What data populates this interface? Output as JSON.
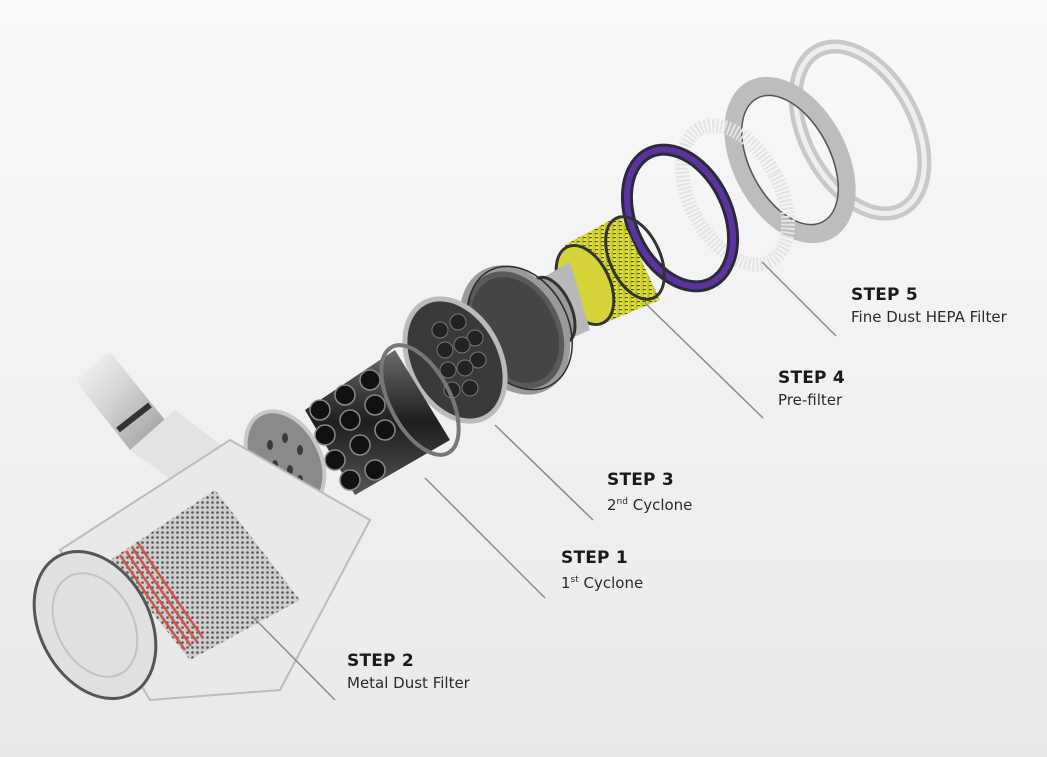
{
  "diagram": {
    "subject": "Vacuum cleaner multi-step filtration system (exploded view)",
    "colors": {
      "background_top": "#f9f9f9",
      "background_bottom": "#e9e9e9",
      "leader_line": "#8a8a8a",
      "text": "#1a1a1a",
      "hepa_filter_yellow": "#d8d82a",
      "pre_filter_ring_purple": "#4b2a7a",
      "cyclone_dark": "#3a3a3a",
      "metal_filter_red_stripe": "#d2554a"
    },
    "labels": [
      {
        "id": "step5",
        "step": "STEP 5",
        "desc": "Fine Dust HEPA Filter",
        "sup": "",
        "desc_rest": ""
      },
      {
        "id": "step4",
        "step": "STEP 4",
        "desc": "Pre-filter",
        "sup": "",
        "desc_rest": ""
      },
      {
        "id": "step3",
        "step": "STEP 3",
        "desc": "2",
        "sup": "nd",
        "desc_rest": " Cyclone"
      },
      {
        "id": "step1",
        "step": "STEP 1",
        "desc": "1",
        "sup": "st",
        "desc_rest": " Cyclone"
      },
      {
        "id": "step2",
        "step": "STEP 2",
        "desc": "Metal Dust Filter",
        "sup": "",
        "desc_rest": ""
      }
    ]
  }
}
